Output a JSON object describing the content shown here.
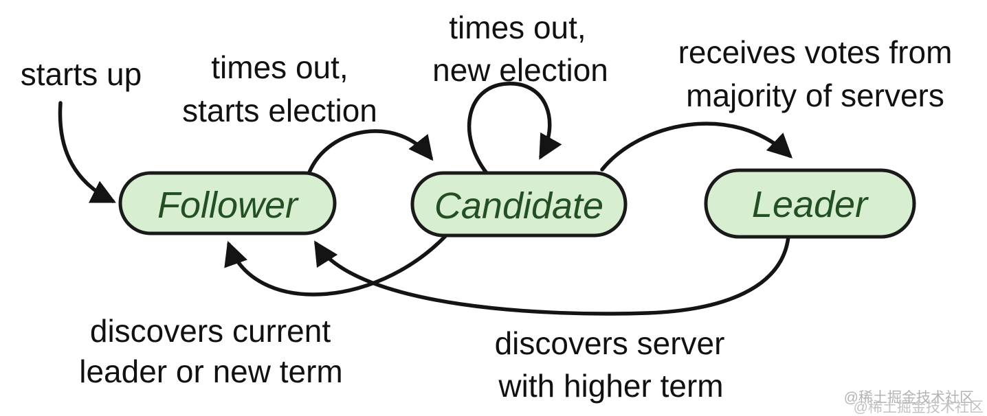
{
  "diagram": {
    "type": "state-machine",
    "topic": "server states",
    "states": [
      {
        "id": "follower",
        "label": "Follower"
      },
      {
        "id": "candidate",
        "label": "Candidate"
      },
      {
        "id": "leader",
        "label": "Leader"
      }
    ],
    "transitions": [
      {
        "id": "start-to-follower",
        "from": "(start)",
        "to": "follower",
        "lines": [
          "starts up"
        ]
      },
      {
        "id": "follower-to-candidate",
        "from": "follower",
        "to": "candidate",
        "lines": [
          "times out,",
          "starts election"
        ]
      },
      {
        "id": "candidate-self-loop",
        "from": "candidate",
        "to": "candidate",
        "lines": [
          "times out,",
          "new election"
        ]
      },
      {
        "id": "candidate-to-leader",
        "from": "candidate",
        "to": "leader",
        "lines": [
          "receives votes from",
          "majority of servers"
        ]
      },
      {
        "id": "candidate-to-follower",
        "from": "candidate",
        "to": "follower",
        "lines": [
          "discovers current",
          "leader or new term"
        ]
      },
      {
        "id": "leader-to-follower",
        "from": "leader",
        "to": "follower",
        "lines": [
          "discovers server",
          "with higher term"
        ]
      }
    ],
    "watermark": {
      "lines": [
        "@稀土掘金技术社区",
        "@稀土掘金技术社区"
      ]
    },
    "colors": {
      "background": "#ffffff",
      "state_fill": "#d8eed0",
      "state_border": "#1a1a1a",
      "state_text": "#235023",
      "label_text": "#111111",
      "arrow": "#141414",
      "watermark": "#b9b9b9"
    }
  }
}
